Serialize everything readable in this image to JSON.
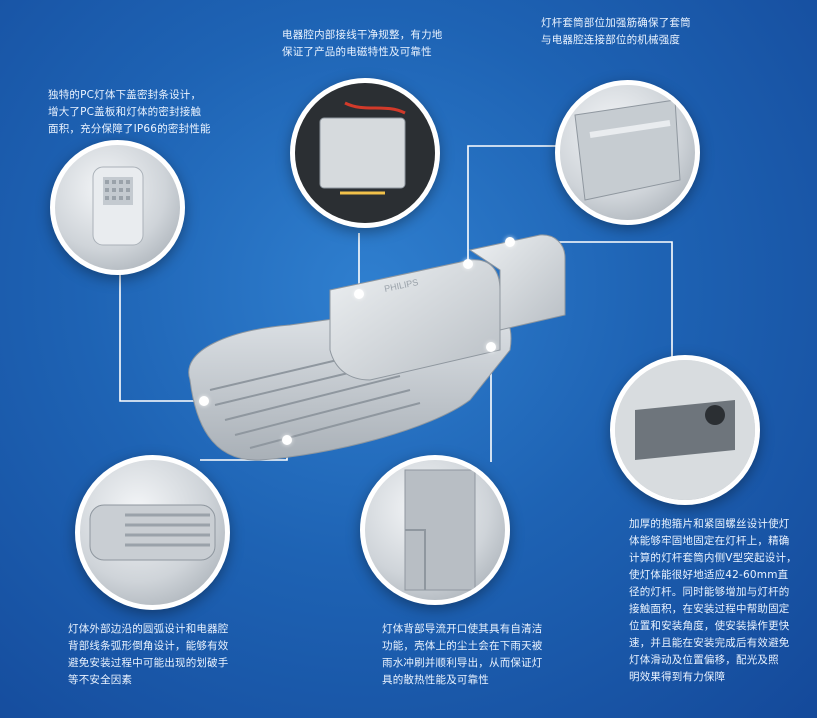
{
  "callouts": {
    "seal": "独特的PC灯体下盖密封条设计，\n增大了PC盖板和灯体的密封接触\n面积，充分保障了IP66的密封性能",
    "wiring": "电器腔内部接线干净规整，有力地\n保证了产品的电磁特性及可靠性",
    "sleeve": "灯杆套筒部位加强筋确保了套筒\n与电器腔连接部位的机械强度",
    "edges": "灯体外部边沿的圆弧设计和电器腔\n背部线条弧形倒角设计，能够有效\n避免安装过程中可能出现的划破手\n等不安全因素",
    "drain": "灯体背部导流开口使其具有自清洁\n功能，壳体上的尘土会在下雨天被\n雨水冲刷并顺利导出，从而保证灯\n具的散热性能及可靠性",
    "clamp": "加厚的抱箍片和紧固螺丝设计使灯\n体能够牢固地固定在灯杆上，精确\n计算的灯杆套筒内侧V型突起设计，\n使灯体能很好地适应42-60mm直\n径的灯杆。同时能够增加与灯杆的\n接触面积，在安装过程中帮助固定\n位置和安装角度，使安装操作更快\n速，并且能在安装完成后有效避免\n灯体滑动及位置偏移，配光及照\n明效果得到有力保障"
  },
  "brand_mark": "PHILIPS",
  "colors": {
    "background": "#1e63b4",
    "body_grey": "#c9ced3",
    "text": "#eaf3ff"
  }
}
